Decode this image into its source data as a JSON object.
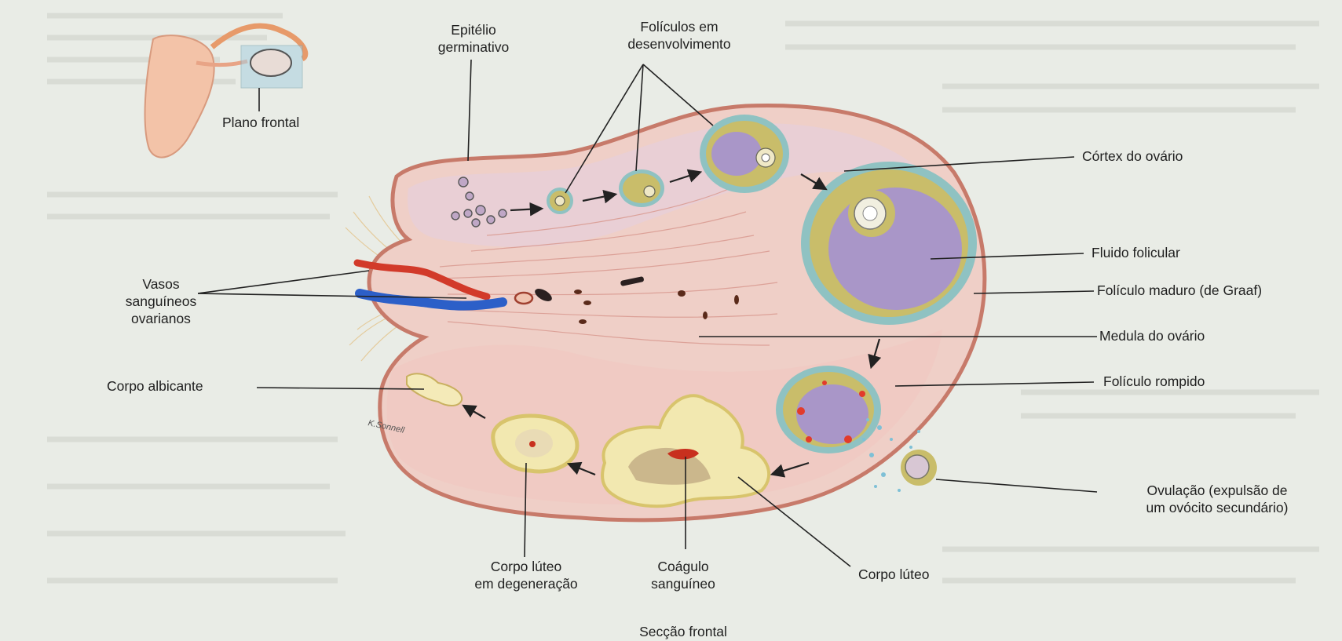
{
  "labels": {
    "plano_frontal": "Plano frontal",
    "epitelio": "Epitélio\ngerminativo",
    "foliculos_desenv": "Folículos em\ndesenvolvimento",
    "cortex": "Córtex do ovário",
    "fluido": "Fluido folicular",
    "maduro": "Folículo maduro (de Graaf)",
    "vasos": "Vasos\nsanguíneos\novarianos",
    "medula": "Medula do ovário",
    "albicante": "Corpo albicante",
    "rompido": "Folículo rompido",
    "ovulacao": "Ovulação (expulsão de\num ovócito secundário)",
    "luteo_degen": "Corpo lúteo\nem degeneração",
    "coagulo": "Coágulo\nsanguíneo",
    "corpo_luteo": "Corpo lúteo",
    "secao": "Secção frontal",
    "signature": "K.Sonnell"
  },
  "colors": {
    "ovary_fill": "#efcfc7",
    "ovary_edge": "#c77a6a",
    "follicle_fluid": "#a996c8",
    "granulosa": "#c9bd6a",
    "theca": "#8fc2c2",
    "corpus_luteum": "#f2e8b0",
    "artery": "#d23a2a",
    "vein": "#2c5fc8"
  }
}
